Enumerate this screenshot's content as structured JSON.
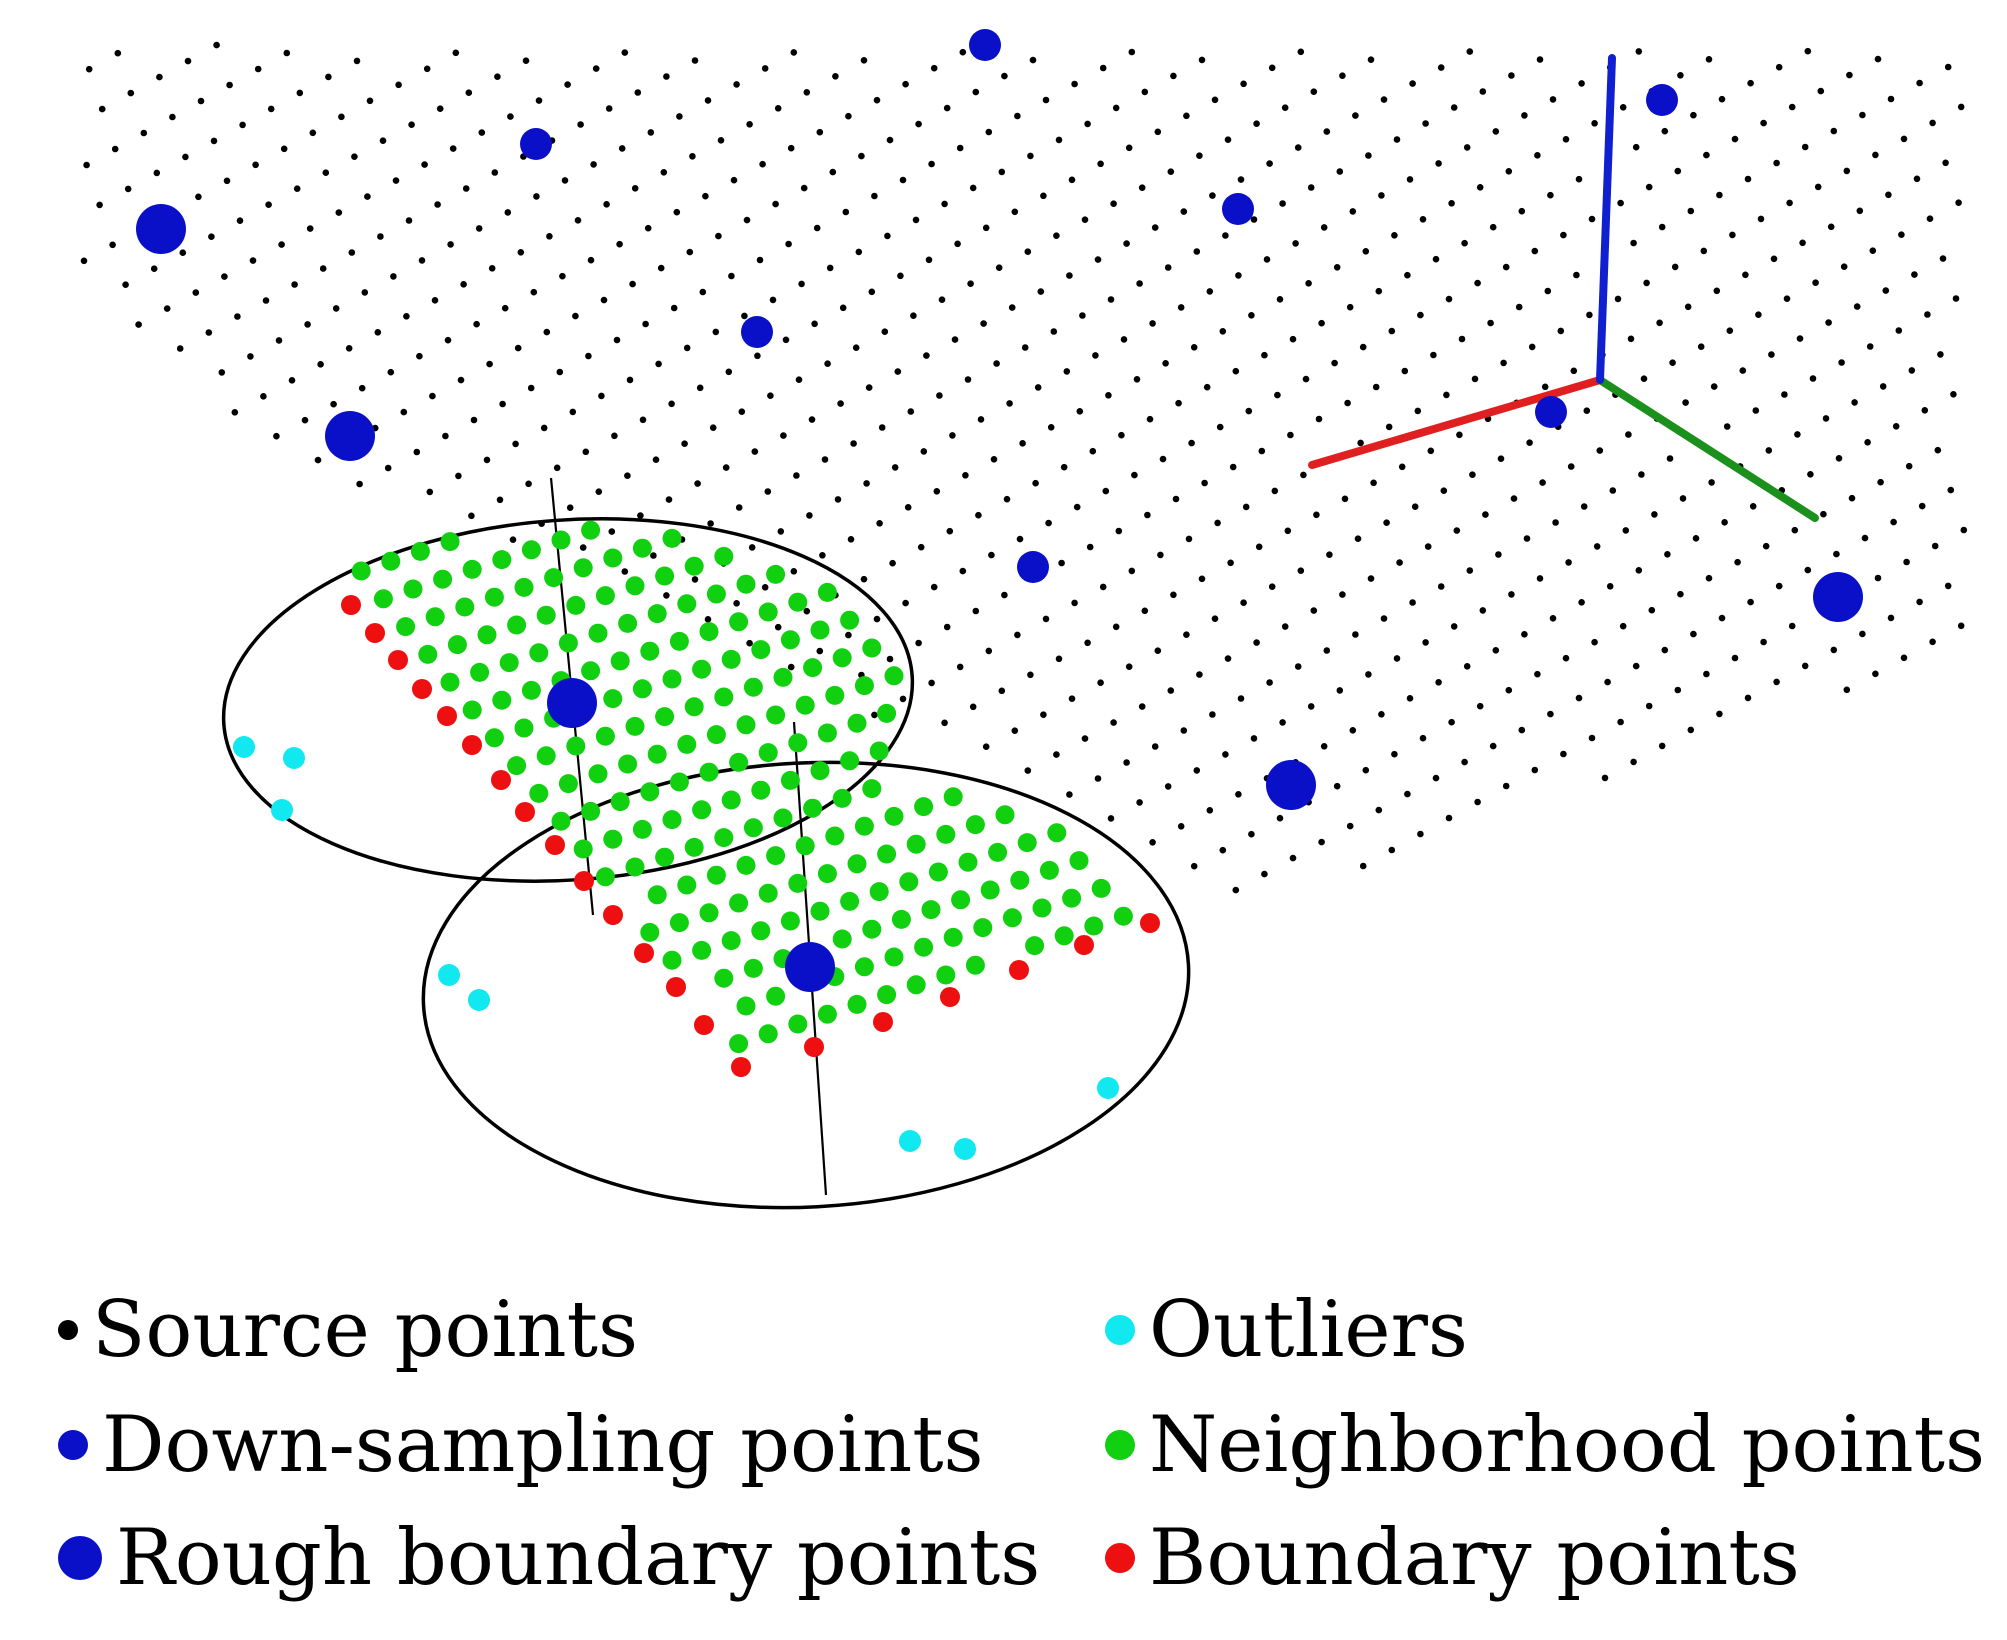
{
  "colors": {
    "source": "#000000",
    "downsampling": "#0a10c8",
    "rough_boundary": "#0a10c8",
    "outlier": "#12e8f0",
    "neighborhood": "#10d010",
    "boundary": "#ee1010",
    "axis_x": "#e02020",
    "axis_y": "#1c901c",
    "axis_z": "#1020d0",
    "ellipse": "#000000"
  },
  "legend": {
    "items": [
      {
        "key": "source",
        "label": "Source points",
        "marker": "small-dot"
      },
      {
        "key": "downsampling",
        "label": "Down-sampling points",
        "marker": "medium-dot"
      },
      {
        "key": "rough_boundary",
        "label": "Rough boundary points",
        "marker": "large-dot"
      },
      {
        "key": "outlier",
        "label": "Outliers",
        "marker": "medium-dot"
      },
      {
        "key": "neighborhood",
        "label": "Neighborhood points",
        "marker": "medium-dot"
      },
      {
        "key": "boundary",
        "label": "Boundary points",
        "marker": "medium-dot"
      }
    ]
  },
  "scene": {
    "axes_icon": "coordinate-frame-icon",
    "neighborhoods": 2
  }
}
